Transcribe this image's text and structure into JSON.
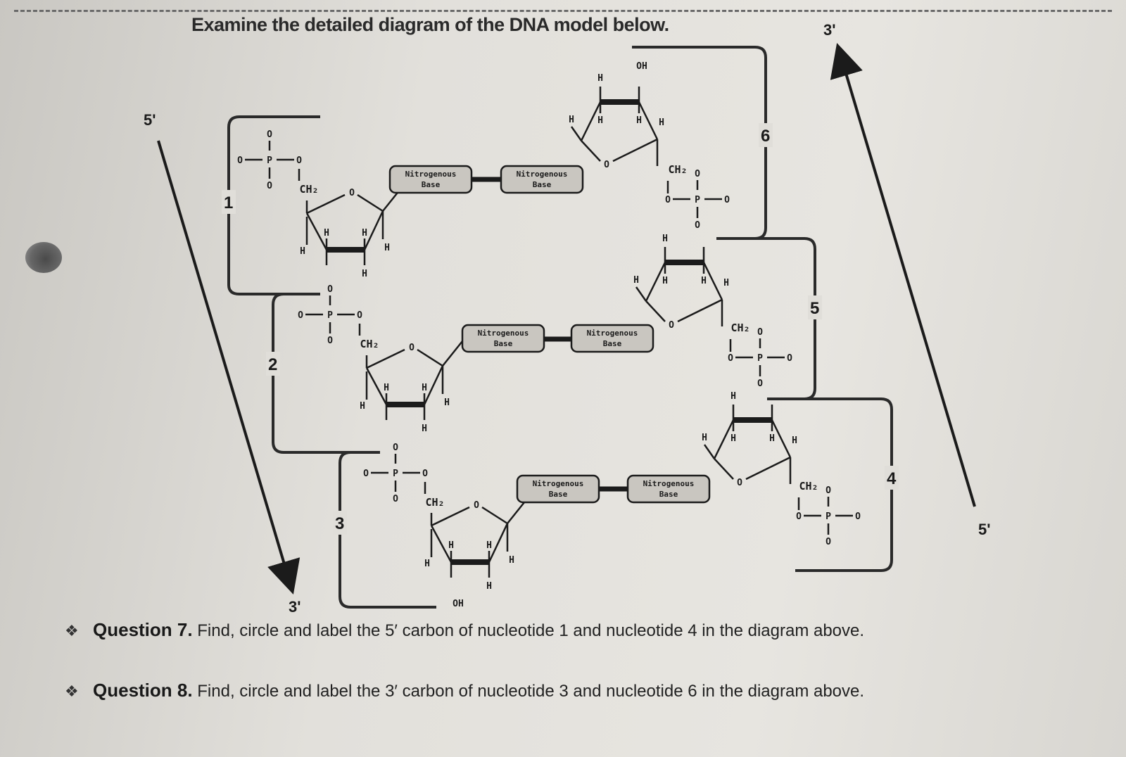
{
  "header": {
    "title": "Examine the detailed diagram of the DNA model below."
  },
  "strand_labels": {
    "left_top": "5'",
    "left_bottom": "3'",
    "right_top": "3'",
    "right_bottom": "5'"
  },
  "nucleotide_numbers": [
    "1",
    "2",
    "3",
    "4",
    "5",
    "6"
  ],
  "chem_labels": {
    "O": "O",
    "P": "P",
    "H": "H",
    "OH": "OH",
    "CH2": "CH₂",
    "base_line1": "Nitrogenous",
    "base_line2": "Base"
  },
  "questions": [
    {
      "label": "Question 7.",
      "text": "Find, circle and label the 5′ carbon of nucleotide 1 and nucleotide 4 in the diagram above."
    },
    {
      "label": "Question 8.",
      "text": "Find, circle and label the 3′ carbon of nucleotide 3 and nucleotide 6 in the diagram above."
    }
  ],
  "colors": {
    "ink": "#1b1b1b",
    "base_fill": "#c9c6c0",
    "paper": "#e2e0db"
  }
}
